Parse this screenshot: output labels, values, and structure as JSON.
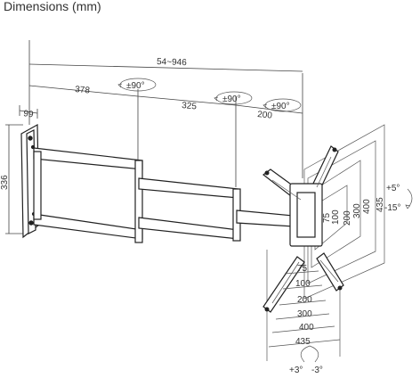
{
  "title": "Dimensions (mm)",
  "dims": {
    "overall_reach": "54~946",
    "arm1": "378",
    "arm2": "325",
    "arm3": "200",
    "plate_width": "99",
    "plate_height": "336",
    "rot1": "±90°",
    "rot2": "±90°",
    "rot3": "±90°",
    "tilt_up": "+5°",
    "tilt_down": "-15°",
    "swivel_left": "+3°",
    "swivel_right": "-3°"
  },
  "vesa_vertical": [
    "75",
    "100",
    "200",
    "300",
    "400",
    "435"
  ],
  "vesa_horizontal": [
    "75",
    "100",
    "200",
    "300",
    "400",
    "435"
  ]
}
